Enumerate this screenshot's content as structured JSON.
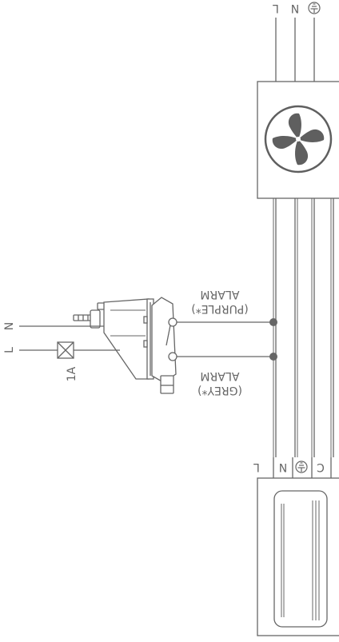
{
  "colors": {
    "line": "#666666",
    "fan_blade": "#5f5f5f",
    "background": "#ffffff"
  },
  "top_terminals": {
    "live": "L",
    "neutral": "N",
    "earth_icon": "earth-icon"
  },
  "fan_unit": {
    "icon": "fan-icon"
  },
  "alarm_purple": {
    "line1": "(PURPLE*)",
    "line2": "ALARM"
  },
  "alarm_grey": {
    "line1": "(GREY*)",
    "line2": "ALARM"
  },
  "left_supply": {
    "neutral": "N",
    "live": "L",
    "fuse_rating": "1A"
  },
  "indoor_terminals": {
    "live": "L",
    "neutral": "N",
    "earth_icon": "earth-icon",
    "comms": "C"
  },
  "indoor_unit": {
    "icon": "indoor-unit-icon"
  },
  "pump": {
    "icon": "condensate-pump-icon"
  }
}
